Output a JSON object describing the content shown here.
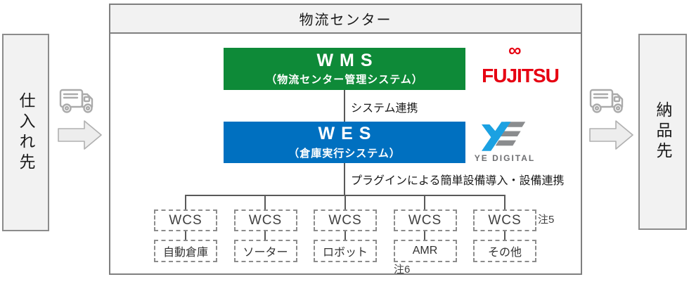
{
  "header": {
    "title": "物流センター"
  },
  "left_endpoint": {
    "label": "仕入れ先"
  },
  "right_endpoint": {
    "label": "納品先"
  },
  "wms": {
    "title": "WMS",
    "subtitle": "（物流センター管理システム）",
    "vendor": "FUJITSU",
    "vendor_infinity": "∞",
    "color": "#0e8a38"
  },
  "wes": {
    "title": "WES",
    "subtitle": "（倉庫実行システム）",
    "vendor": "YE DIGITAL",
    "color": "#0070c0"
  },
  "connections": {
    "wms_to_wes": "システム連携",
    "wes_to_devices": "プラグインによる簡単設備導入・設備連携"
  },
  "wcs": {
    "label": "WCS",
    "devices": [
      "自動倉庫",
      "ソーター",
      "ロボット",
      "AMR",
      "その他"
    ]
  },
  "notes": {
    "wcs_note": "注5",
    "amr_note": "注6"
  },
  "colors": {
    "wms_green": "#0e8a38",
    "wes_blue": "#0070c0",
    "fujitsu_red": "#e60012",
    "ye_blue": "#1ba1e2",
    "ye_gray": "#8a8c8e",
    "line_gray": "#595959"
  }
}
